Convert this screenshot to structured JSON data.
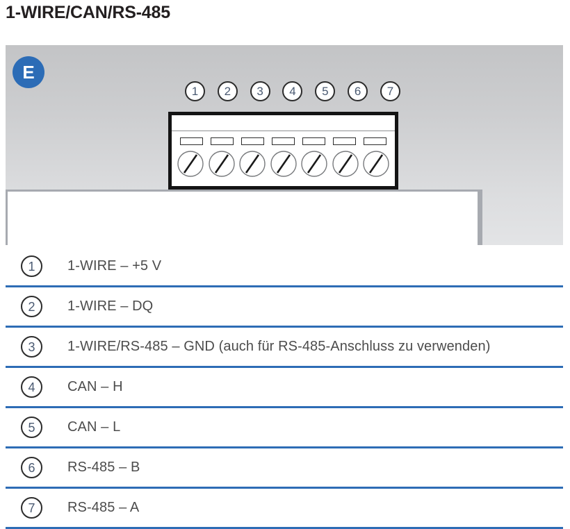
{
  "title": "1-WIRE/CAN/RS-485",
  "diagram": {
    "badge_label": "E",
    "badge_color": "#2c6cb6",
    "callouts": [
      "1",
      "2",
      "3",
      "4",
      "5",
      "6",
      "7"
    ],
    "terminal_count": 7
  },
  "accent_color": "#2d6cb5",
  "pins": [
    {
      "num": "1",
      "label": "1-WIRE – +5 V"
    },
    {
      "num": "2",
      "label": "1-WIRE – DQ"
    },
    {
      "num": "3",
      "label": "1-WIRE/RS-485 – GND  (auch für RS-485-Anschluss zu verwenden)"
    },
    {
      "num": "4",
      "label": "CAN – H"
    },
    {
      "num": "5",
      "label": "CAN – L"
    },
    {
      "num": "6",
      "label": "RS-485 – B"
    },
    {
      "num": "7",
      "label": "RS-485 – A"
    }
  ]
}
